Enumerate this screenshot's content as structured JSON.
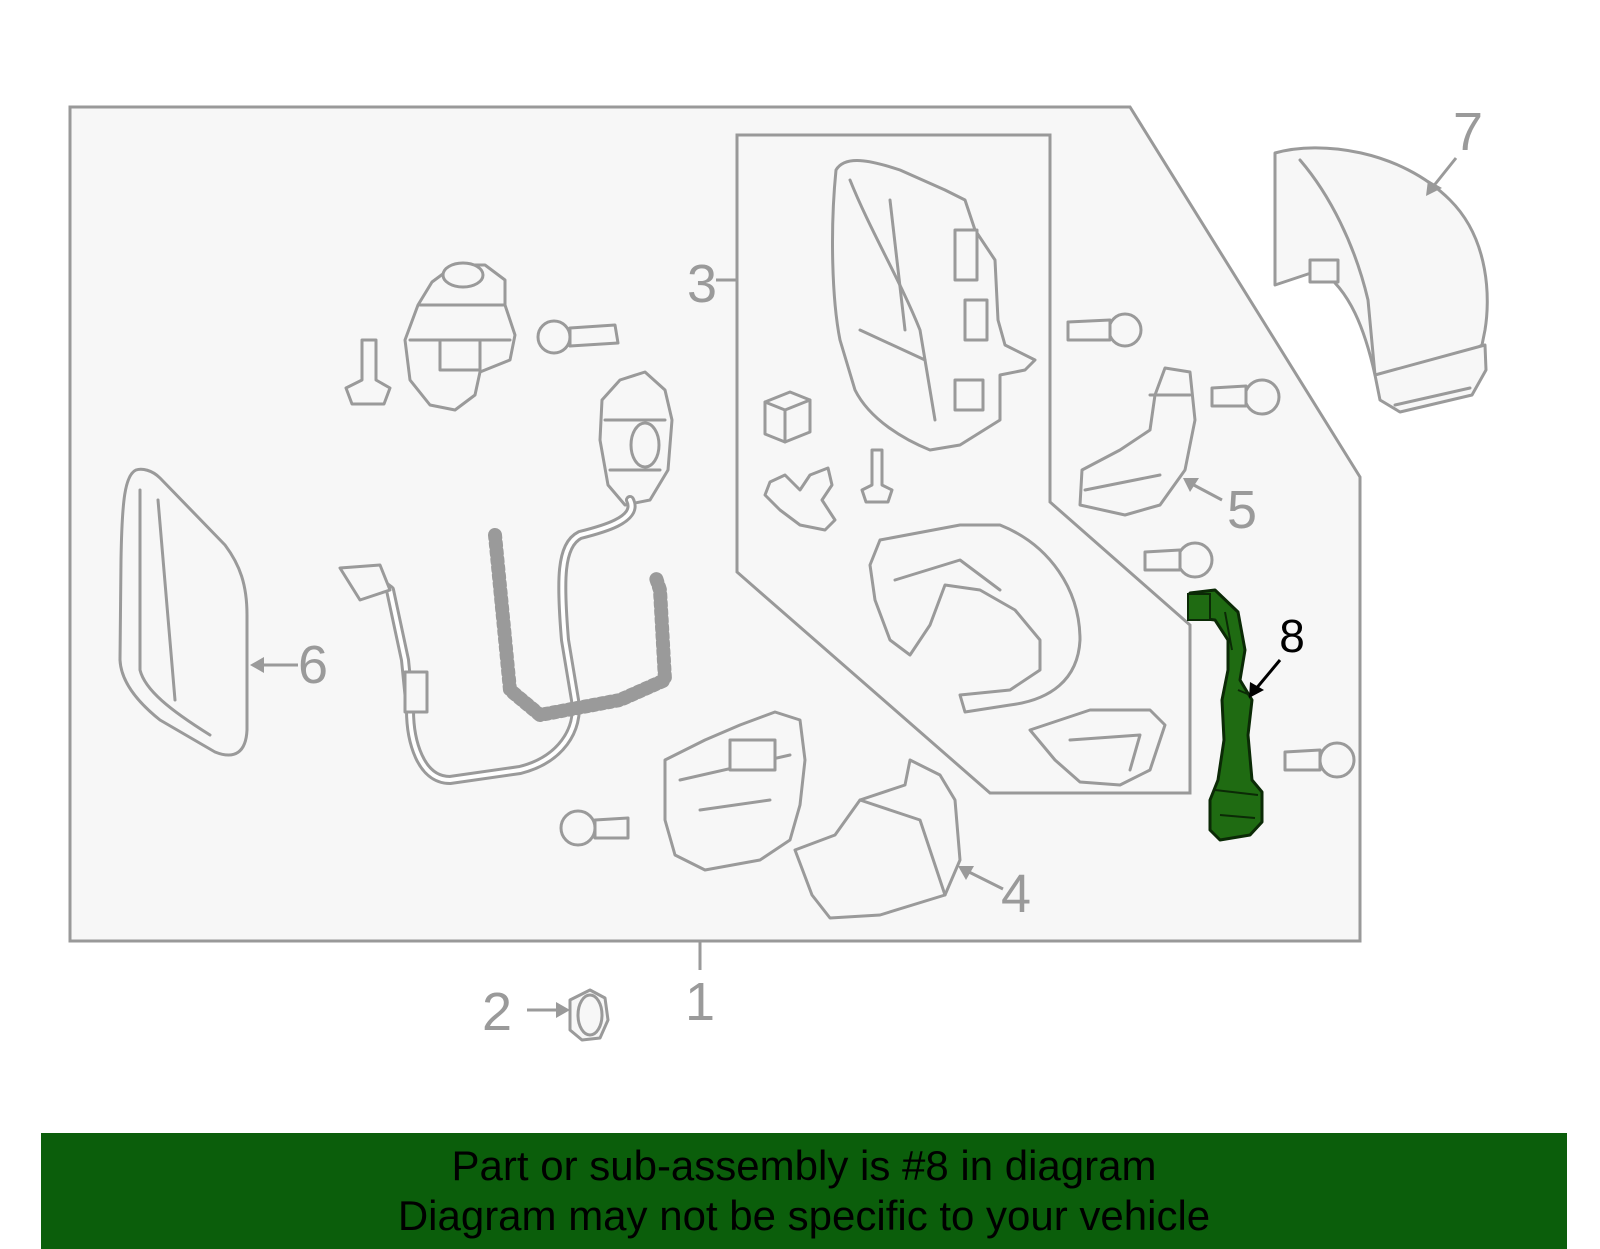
{
  "callouts": [
    {
      "id": "1",
      "label": "1"
    },
    {
      "id": "2",
      "label": "2"
    },
    {
      "id": "3",
      "label": "3"
    },
    {
      "id": "4",
      "label": "4"
    },
    {
      "id": "5",
      "label": "5"
    },
    {
      "id": "6",
      "label": "6"
    },
    {
      "id": "7",
      "label": "7"
    },
    {
      "id": "8",
      "label": "8",
      "highlighted": true
    }
  ],
  "banner": {
    "line1": "Part or sub-assembly is #8 in diagram",
    "line2": "Diagram may not be specific to your vehicle"
  },
  "colors": {
    "banner_background": "#0b5e0b",
    "highlight_part": "#1f6b12",
    "line_gray": "#9a9a9a",
    "panel_background": "#f7f7f7"
  }
}
